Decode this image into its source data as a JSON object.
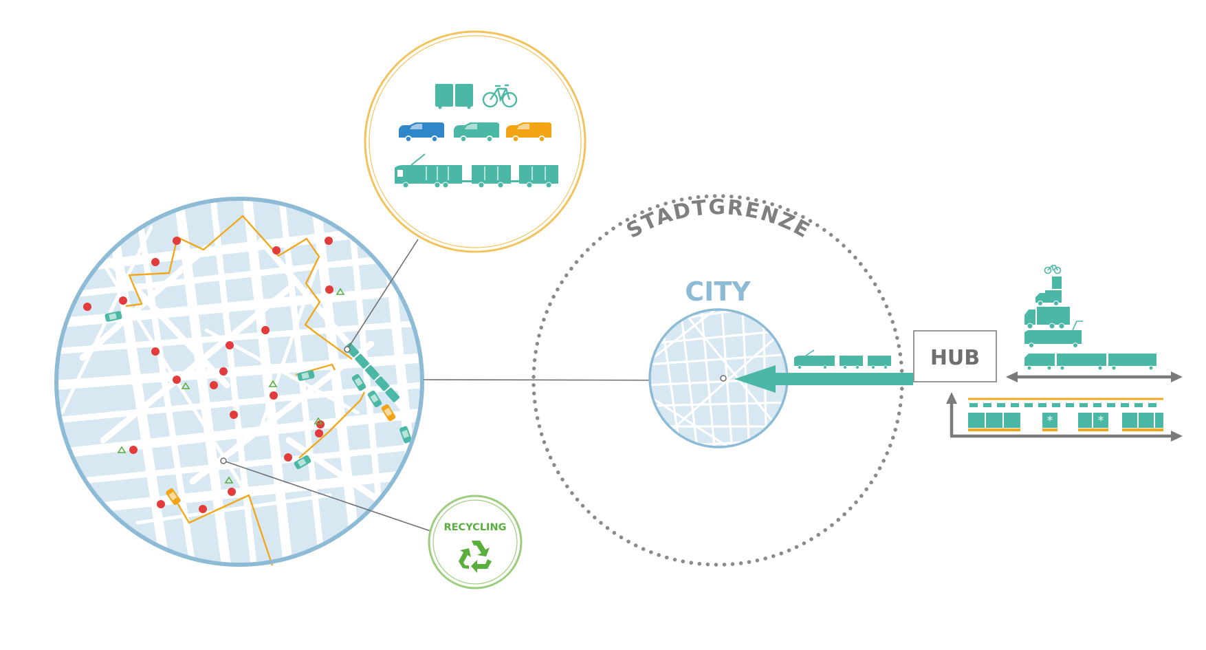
{
  "labels": {
    "city_limit": "STADTGRENZE",
    "city": "CITY",
    "hub": "HUB",
    "recycling": "RECYCLING"
  },
  "colors": {
    "teal": "#4bb8a6",
    "street_blue": "#d7e8f2",
    "map_ring": "#8dbbd6",
    "route_orange": "#f2a71a",
    "fleet_ring": "#f2c35a",
    "delivery_red": "#e23b3b",
    "recycling_green": "#5aae3c",
    "gray": "#7a7a7a",
    "van_blue": "#2f86c8",
    "van_orange": "#f2a414"
  },
  "icons": {
    "fleet": [
      "container-icon",
      "bicycle-icon",
      "van-icon",
      "van-icon",
      "van-icon",
      "tram-icon"
    ],
    "hub_stack": [
      "bicycle-icon",
      "small-truck-icon",
      "truck-icon",
      "tram-icon",
      "freight-train-icon"
    ],
    "rail": [
      "freight-wagon-icon",
      "refrigerated-wagon-icon"
    ],
    "recycling": "recycling-icon"
  }
}
